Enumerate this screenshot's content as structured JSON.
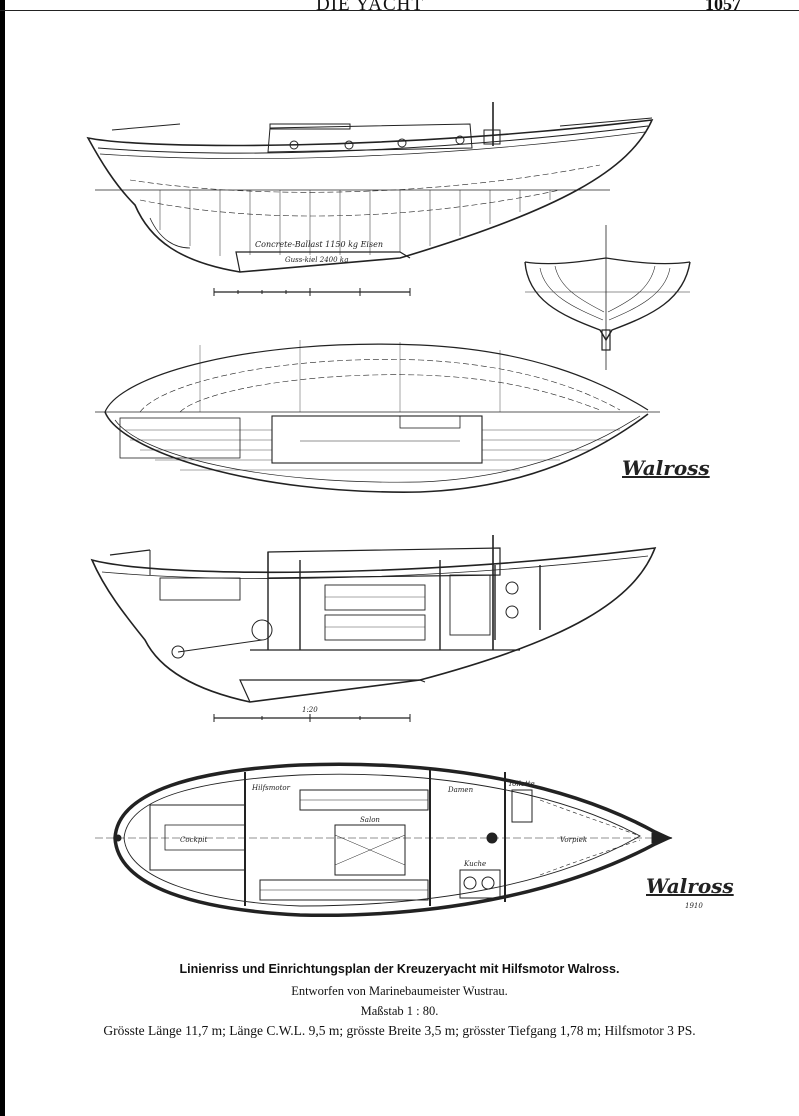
{
  "page": {
    "running_head": "DIE YACHT",
    "page_number": "1057"
  },
  "drawings": {
    "profile_label_top": "Concrete-Ballast 1150 kg Eisen",
    "profile_label_bottom": "Guss-kiel 2400 kg",
    "scale_bar_label": "1:20",
    "half_breadth_name": "Walross",
    "deck_plan_name": "Walross",
    "deck_plan_year": "1910",
    "rooms": {
      "cockpit": "Cockpit",
      "salon": "Salon",
      "damen": "Damen",
      "kueche": "Kuche",
      "vorpiek": "Vorpiek",
      "toilette": "Toilette",
      "hilfsmotor": "Hilfsmotor"
    }
  },
  "caption": {
    "title": "Linienriss und Einrichtungsplan der Kreuzeryacht mit Hilfsmotor Walross.",
    "designer": "Entworfen von Marinebaumeister Wustrau.",
    "scale": "Maßstab 1 : 80.",
    "dimensions": "Grösste Länge 11,7 m; Länge C.W.L. 9,5 m; grösste Breite 3,5 m; grösster Tiefgang 1,78 m; Hilfsmotor 3 PS."
  }
}
